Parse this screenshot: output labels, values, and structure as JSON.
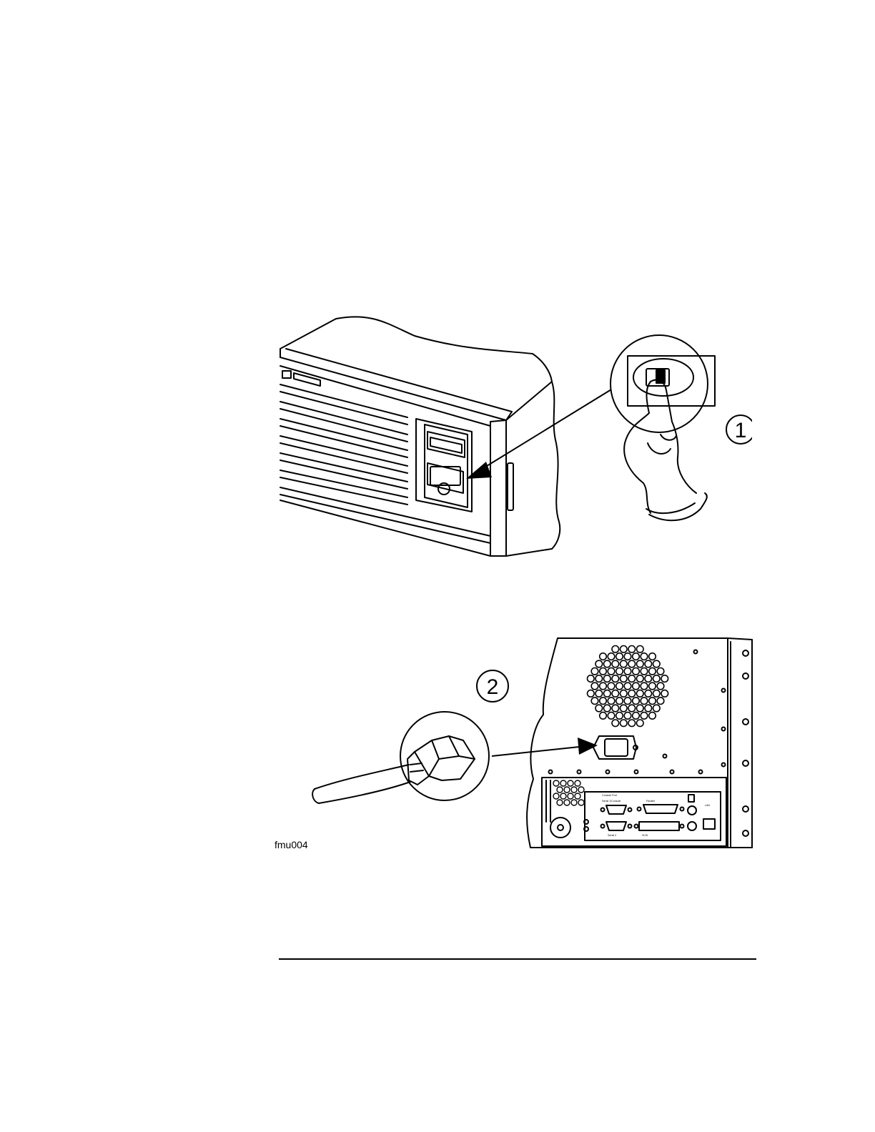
{
  "callouts": [
    {
      "label": "1"
    },
    {
      "label": "2"
    }
  ],
  "figure_id": "fmu004",
  "rear_panel_labels": {
    "serial1": "Console Port",
    "serial1b": "Serial 1/Console",
    "parallel": "Parallel",
    "serial2": "Serial 2",
    "scsi": "SCSI",
    "lan": "LAN"
  },
  "colors": {
    "line": "#000000",
    "background": "#ffffff"
  }
}
